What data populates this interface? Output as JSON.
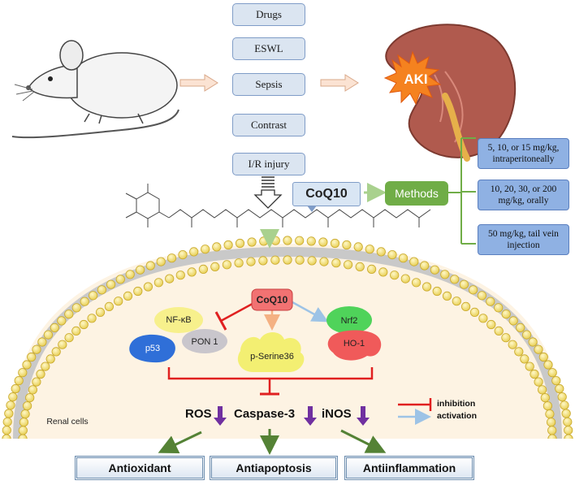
{
  "causes": [
    "Drugs",
    "ESWL",
    "Sepsis",
    "Contrast",
    "I/R injury"
  ],
  "aki_label": "AKI",
  "coq10_label": "CoQ10",
  "methods_label": "Methods",
  "methods": [
    "5, 10, or 15 mg/kg, intraperitoneally",
    "10, 20, 30, or 200 mg/kg, orally",
    "50 mg/kg, tail vein injection"
  ],
  "cell": {
    "center_label": "CoQ10",
    "nfkb": "NF-κB",
    "p53": "p53",
    "pon1": "PON 1",
    "p_serine": "p-Serine36",
    "nrf2": "Nrf2",
    "ho1": "HO-1",
    "renal_cells": "Renal cells"
  },
  "effects": [
    "ROS",
    "Caspase-3",
    "iNOS"
  ],
  "legend": {
    "inhibition": "inhibition",
    "activation": "activation"
  },
  "outcomes": [
    "Antioxidant",
    "Antiapoptosis",
    "Antiinflammation"
  ],
  "colors": {
    "inhibition": "#e02020",
    "activation": "#9dc3e6",
    "down_arrow": "#7030a0",
    "outcome_arrow": "#548235",
    "aki_burst": "#f5821f",
    "methods_box": "#70ad47",
    "kidney": "#b05a4e"
  }
}
